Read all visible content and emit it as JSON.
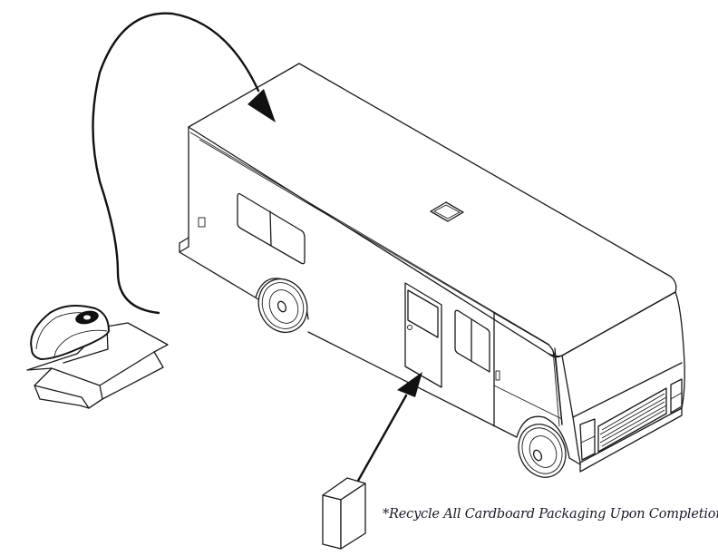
{
  "diagram": {
    "caption": "*Recycle All Cardboard Packaging Upon Completion",
    "components": [
      {
        "name": "rooftop unit",
        "location": "in open cardboard box",
        "destination": "RV roof"
      },
      {
        "name": "interior box / kit",
        "location": "on ground",
        "destination": "RV entry door"
      },
      {
        "name": "recreational vehicle",
        "features": [
          "roof vent opening",
          "side windows",
          "entry door",
          "cab door",
          "front grille",
          "wheels"
        ]
      }
    ],
    "arrows": [
      {
        "from": "rooftop unit",
        "to": "RV roof",
        "style": "curved"
      },
      {
        "from": "interior box / kit",
        "to": "RV entry door",
        "style": "straight"
      }
    ]
  }
}
